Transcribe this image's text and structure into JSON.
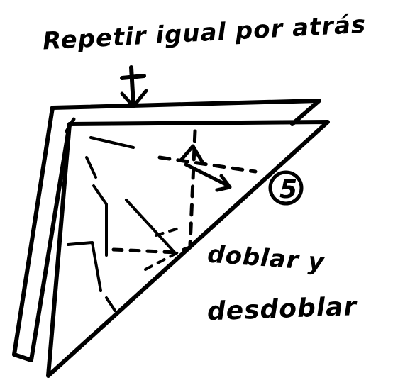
{
  "diagram": {
    "instruction_top": "Repetir igual por atrás",
    "step_number": "5",
    "instruction_side_line1": "doblar y",
    "instruction_side_line2": "desdoblar",
    "ink_color": "#000000",
    "background_color": "#ffffff"
  }
}
